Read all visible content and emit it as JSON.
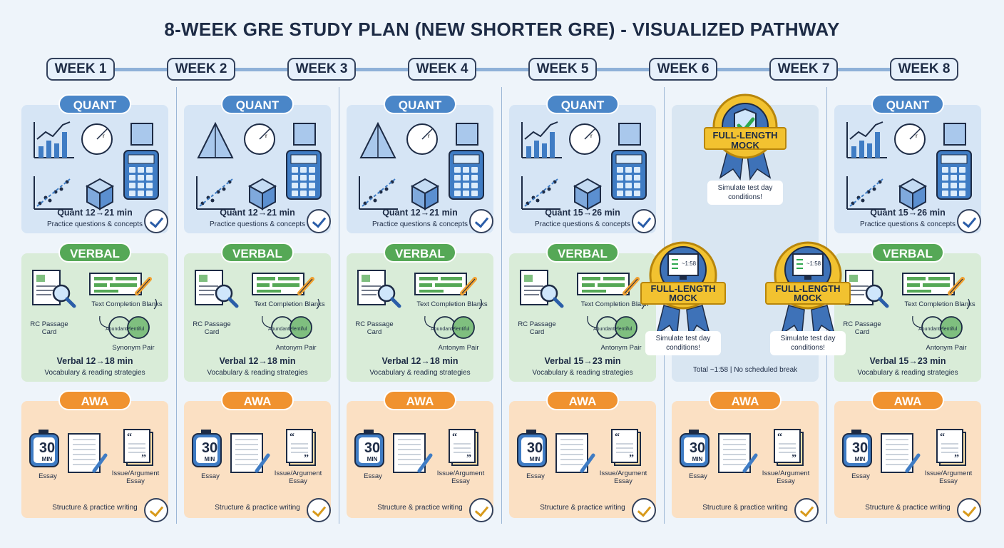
{
  "title": "8-WEEK GRE STUDY PLAN (NEW SHORTER GRE) - VISUALIZED PATHWAY",
  "weeks": [
    "WEEK 1",
    "WEEK 2",
    "WEEK 3",
    "WEEK 4",
    "WEEK 5",
    "WEEK 6",
    "WEEK 7",
    "WEEK 8"
  ],
  "section_labels": {
    "quant": "QUANT",
    "verbal": "VERBAL",
    "awa": "AWA"
  },
  "columns": [
    {
      "quant_time": "Quant 12→21 min",
      "verbal_time": "Verbal 12→18 min"
    },
    {
      "quant_time": "Quant 12→21 min",
      "verbal_time": "Verbal 12→18 min"
    },
    {
      "quant_time": "Quant 12→21 min",
      "verbal_time": "Verbal 12→18 min"
    },
    {
      "quant_time": "Quant 15→26 min",
      "verbal_time": "Verbal 15→23 min"
    },
    {
      "quant_time": "",
      "verbal_time": ""
    },
    {
      "quant_time": "Quant 15→26 min",
      "verbal_time": "Verbal 15→23 min"
    }
  ],
  "quant_sub": "Practice questions & concepts",
  "verbal_sub": "Vocabulary & reading strategies",
  "verbal_labels": {
    "rc_passage": "RC Passage Card",
    "text_completion": "Text Completion Blanks",
    "text_completion_cut": "Text Completion Blank",
    "synonym_pair": "Synonym Pair",
    "antonym_pair": "Antonym Pair",
    "word_a": "Abundant",
    "word_b": "Plentiful"
  },
  "awa": {
    "timer_number": "30",
    "timer_unit": "MIN",
    "essay": "Essay",
    "issue_argument": "Issue/Argument Essay",
    "sub": "Structure & practice writing"
  },
  "mock": {
    "title": "FULL-LENGTH MOCK",
    "caption": "Simulate test day conditions!",
    "screen_time": "~1:58",
    "total_note": "Total ~1:58 | No scheduled break"
  },
  "colors": {
    "quant": "#4a86c8",
    "verbal": "#55a856",
    "awa": "#f0922f",
    "mock_gold": "#f2c230",
    "mock_ribbon": "#3e72b8"
  }
}
